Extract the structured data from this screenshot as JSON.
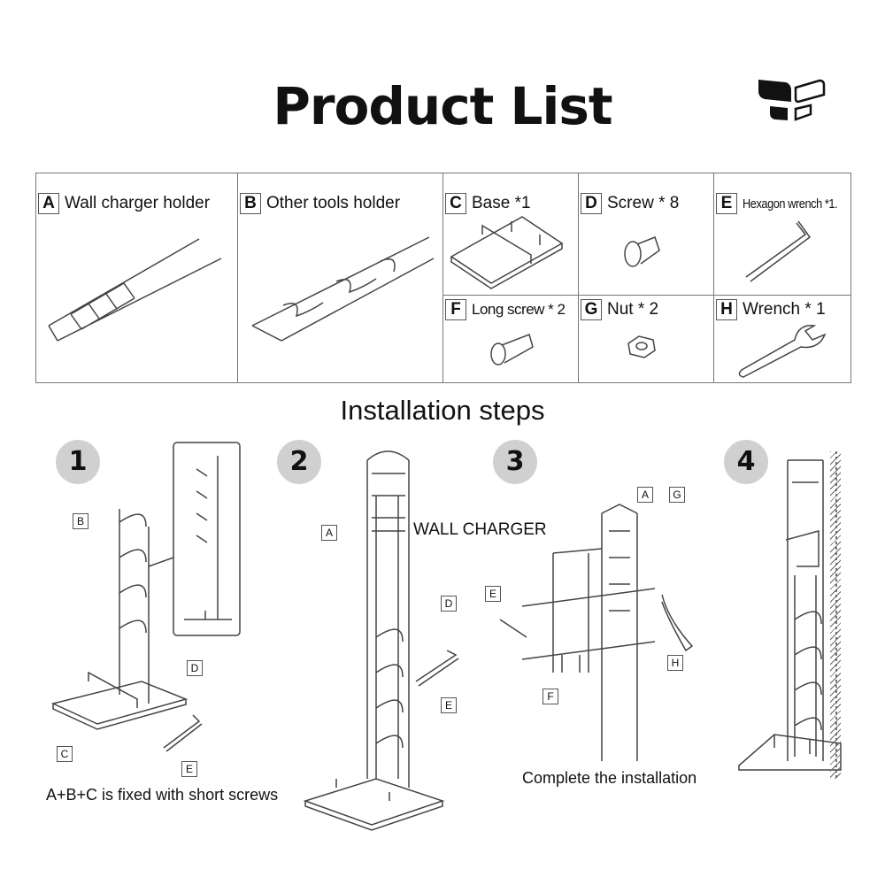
{
  "title": "Product List",
  "logo": "brand-logo",
  "parts": [
    {
      "letter": "A",
      "label": "Wall charger holder"
    },
    {
      "letter": "B",
      "label": "Other tools holder"
    },
    {
      "letter": "C",
      "label": "Base *1"
    },
    {
      "letter": "D",
      "label": "Screw * 8"
    },
    {
      "letter": "E",
      "label": "Hexagon wrench *1."
    },
    {
      "letter": "F",
      "label": "Long screw * 2"
    },
    {
      "letter": "G",
      "label": "Nut * 2"
    },
    {
      "letter": "H",
      "label": "Wrench * 1"
    }
  ],
  "installation": {
    "heading": "Installation steps",
    "steps": [
      "1",
      "2",
      "3",
      "4"
    ],
    "wall_charger": "WALL CHARGER",
    "note1": "A+B+C is fixed with short screws",
    "note3": "Complete the installation"
  },
  "callouts": {
    "a": "A",
    "b": "B",
    "c": "C",
    "d": "D",
    "e": "E",
    "f": "F",
    "g": "G",
    "h": "H"
  }
}
